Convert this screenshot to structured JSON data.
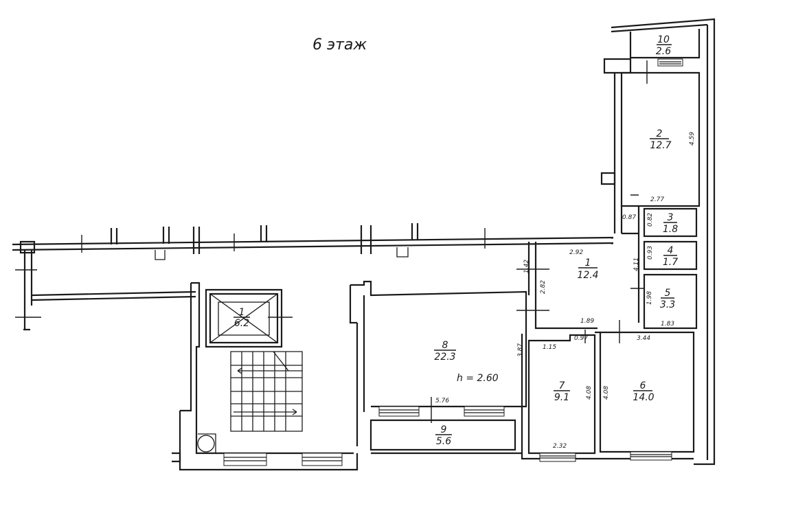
{
  "title": "6 этаж",
  "height_note": "h = 2.60",
  "rooms": [
    {
      "id": "room-10",
      "number": "10",
      "area": "2.6"
    },
    {
      "id": "room-2",
      "number": "2",
      "area": "12.7"
    },
    {
      "id": "room-3",
      "number": "3",
      "area": "1.8"
    },
    {
      "id": "room-4",
      "number": "4",
      "area": "1.7"
    },
    {
      "id": "room-5",
      "number": "5",
      "area": "3.3"
    },
    {
      "id": "room-1",
      "number": "1",
      "area": "12.4"
    },
    {
      "id": "room-8",
      "number": "8",
      "area": "22.3"
    },
    {
      "id": "room-7",
      "number": "7",
      "area": "9.1"
    },
    {
      "id": "room-6",
      "number": "6",
      "area": "14.0"
    },
    {
      "id": "room-9",
      "number": "9",
      "area": "5.6"
    },
    {
      "id": "room-lift",
      "number": "1",
      "area": "6.2"
    }
  ],
  "dimensions": {
    "d_459": "4.59",
    "d_277": "2.77",
    "d_087": "0.87",
    "d_082": "0.82",
    "d_093": "0.93",
    "d_411": "4.11",
    "d_292": "2.92",
    "d_142": "1.42",
    "d_282": "2.82",
    "d_198": "1.98",
    "d_183": "1.83",
    "d_189": "1.89",
    "d_097": "0.97",
    "d_344": "3.44",
    "d_115": "1.15",
    "d_387": "3.87",
    "d_408a": "4.08",
    "d_408b": "4.08",
    "d_576": "5.76",
    "d_232": "2.32"
  }
}
